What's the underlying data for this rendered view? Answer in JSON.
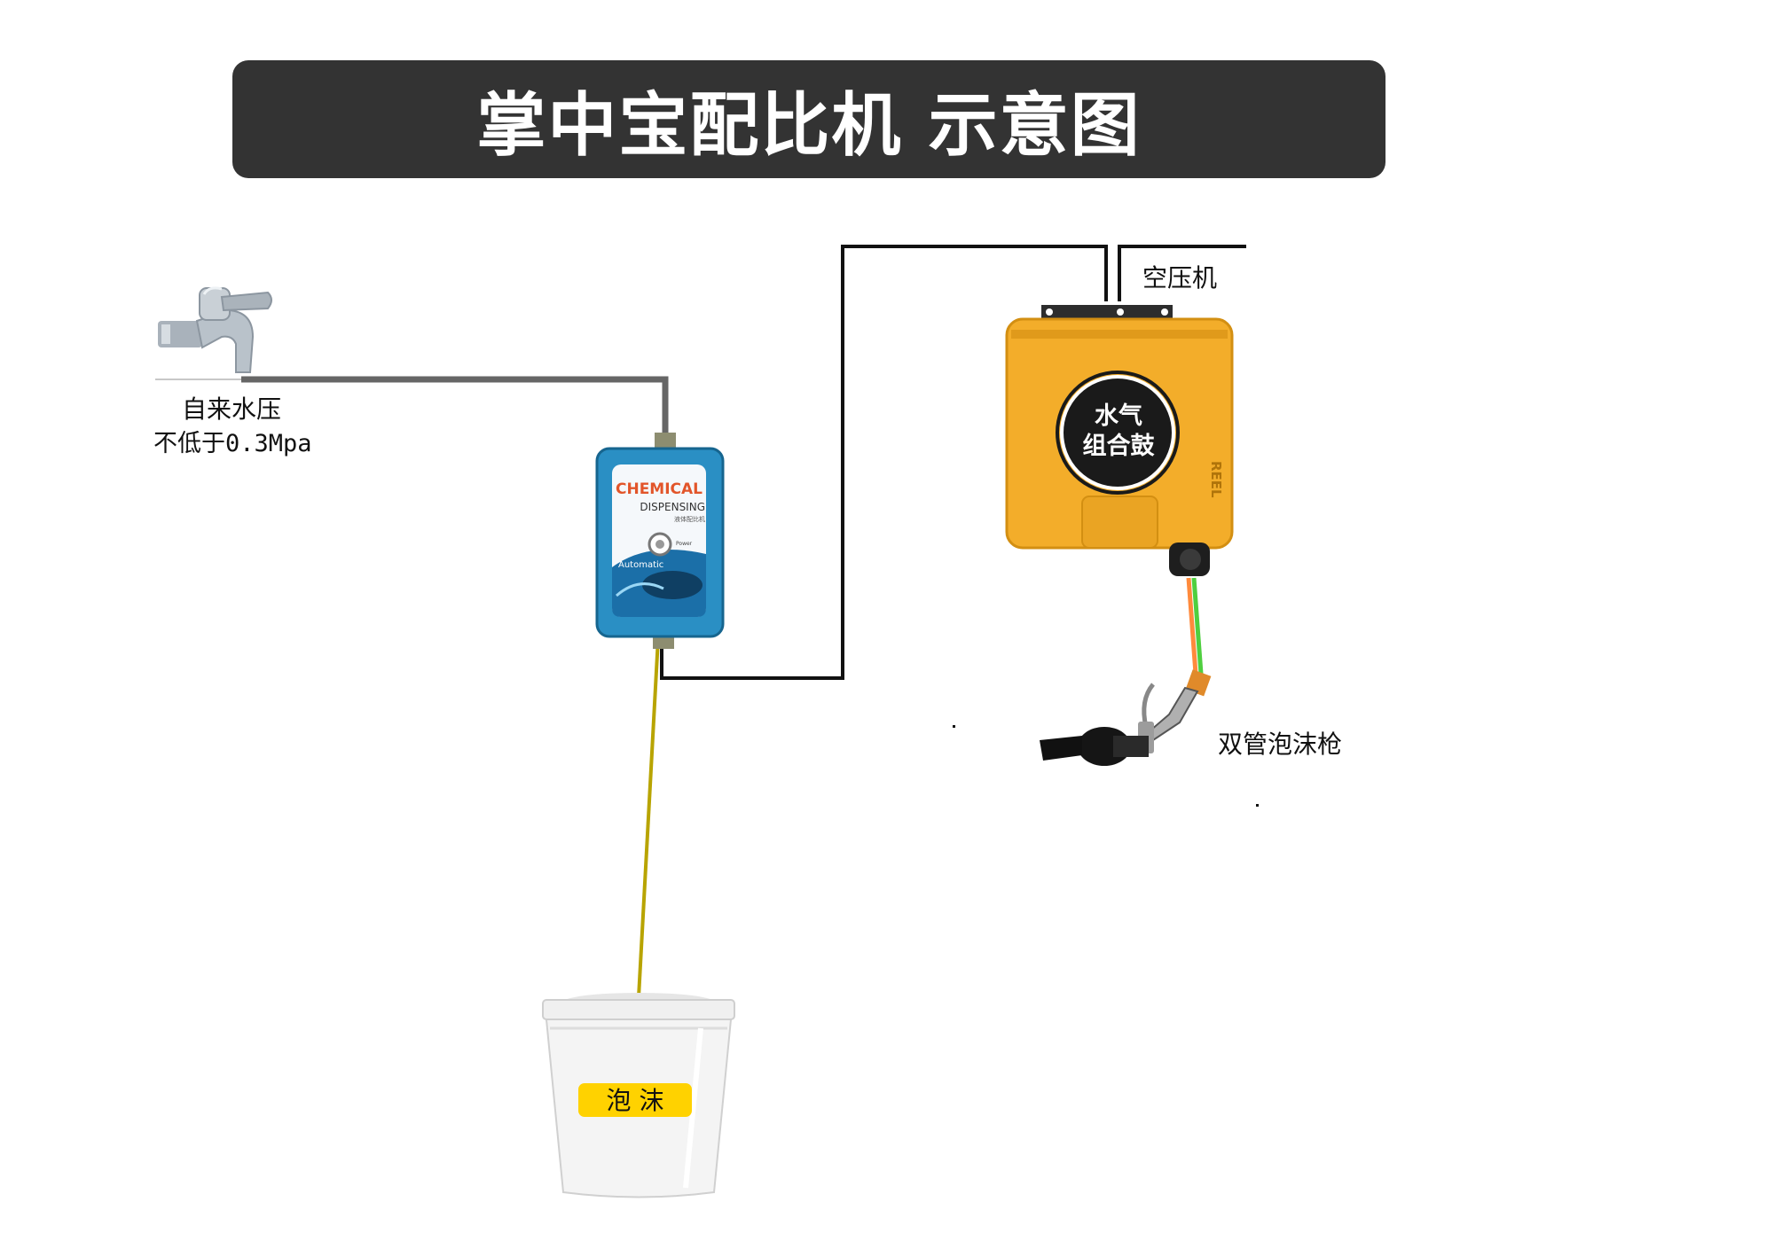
{
  "title": "掌中宝配比机 示意图",
  "labels": {
    "faucet_line1": "自来水压",
    "faucet_line2": "不低于0.3Mpa",
    "compressor": "空压机",
    "foam_gun": "双管泡沫枪",
    "bucket": "泡 沫"
  },
  "dispenser": {
    "brand_line1": "CHEMICAL",
    "brand_line2": "DISPENSING",
    "brand_line3": "液体配比机",
    "power": "Power",
    "automatic": "Automatic"
  },
  "reel": {
    "badge_line1": "水气",
    "badge_line2": "组合鼓",
    "side_text": "REEL"
  },
  "colors": {
    "title_bg": "#333333",
    "water_pipe": "#666666",
    "black_line": "#111111",
    "chemical_tube": "#b8a400",
    "dispenser_body": "#2a8fc4",
    "reel_body": "#f3ad2a",
    "label_yellow": "#ffd200"
  }
}
